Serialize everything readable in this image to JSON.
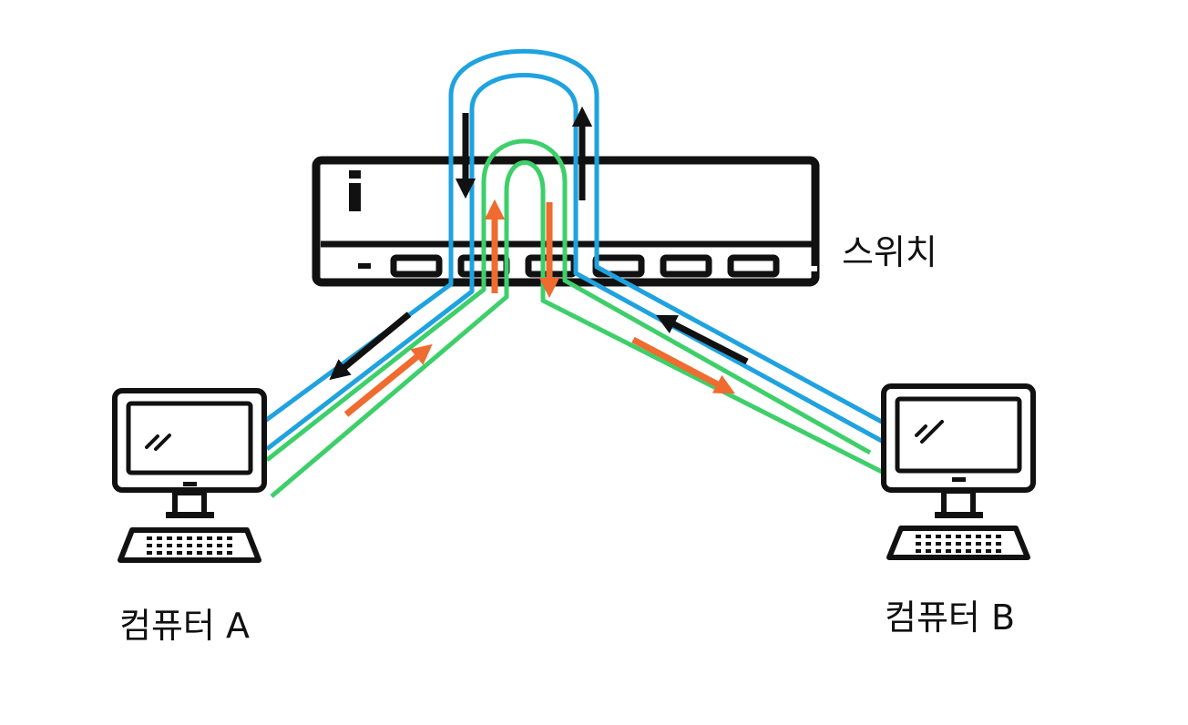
{
  "labels": {
    "switch": "스위치",
    "computer_a": "컴퓨터 A",
    "computer_b": "컴퓨터 B"
  },
  "colors": {
    "cable_blue": "#1fa2e0",
    "cable_green": "#3ecf6a",
    "arrow_orange": "#ef6b2f",
    "arrow_black": "#111111",
    "outline": "#111111"
  },
  "icons": {
    "switch": "network-switch-icon",
    "computer": "desktop-computer-icon",
    "keyboard": "keyboard-icon"
  }
}
